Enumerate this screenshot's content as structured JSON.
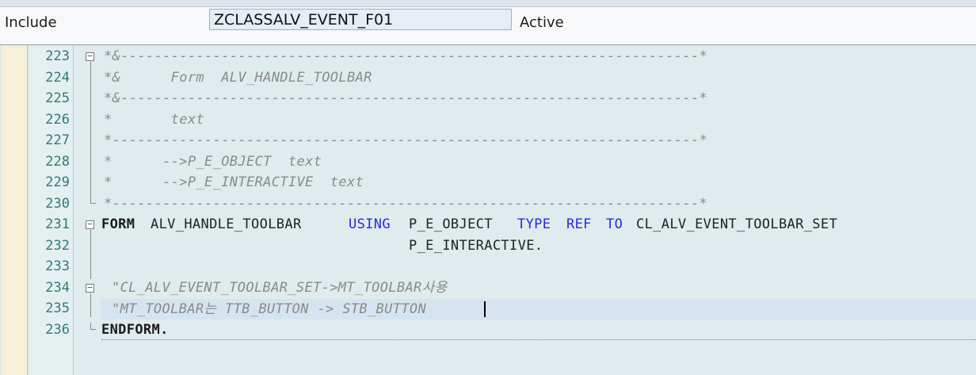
{
  "header": {
    "include_label": "Include",
    "program_name": "ZCLASSALV_EVENT_F01",
    "status": "Active"
  },
  "editor": {
    "line_numbers": [
      "223",
      "224",
      "225",
      "226",
      "227",
      "228",
      "229",
      "230",
      "231",
      "232",
      "233",
      "234",
      "235",
      "236"
    ],
    "lines": {
      "l223": "*&---------------------------------------------------------------------*",
      "l224": "*&      Form  ALV_HANDLE_TOOLBAR",
      "l225": "*&---------------------------------------------------------------------*",
      "l226": "*       text",
      "l227": "*----------------------------------------------------------------------*",
      "l228": "*      -->P_E_OBJECT  text",
      "l229": "*      -->P_E_INTERACTIVE  text",
      "l230": "*----------------------------------------------------------------------*",
      "l231_form": "FORM",
      "l231_name": "ALV_HANDLE_TOOLBAR",
      "l231_using": "USING",
      "l231_param": "P_E_OBJECT",
      "l231_type": "TYPE",
      "l231_ref": "REF",
      "l231_to": "TO",
      "l231_class": "CL_ALV_EVENT_TOOLBAR_SET",
      "l232": "P_E_INTERACTIVE.",
      "l234": "\"CL_ALV_EVENT_TOOLBAR_SET->MT_TOOLBAR사용",
      "l235": "\"MT_TOOLBAR는 TTB_BUTTON -> STB_BUTTON",
      "l236": "ENDFORM."
    }
  }
}
